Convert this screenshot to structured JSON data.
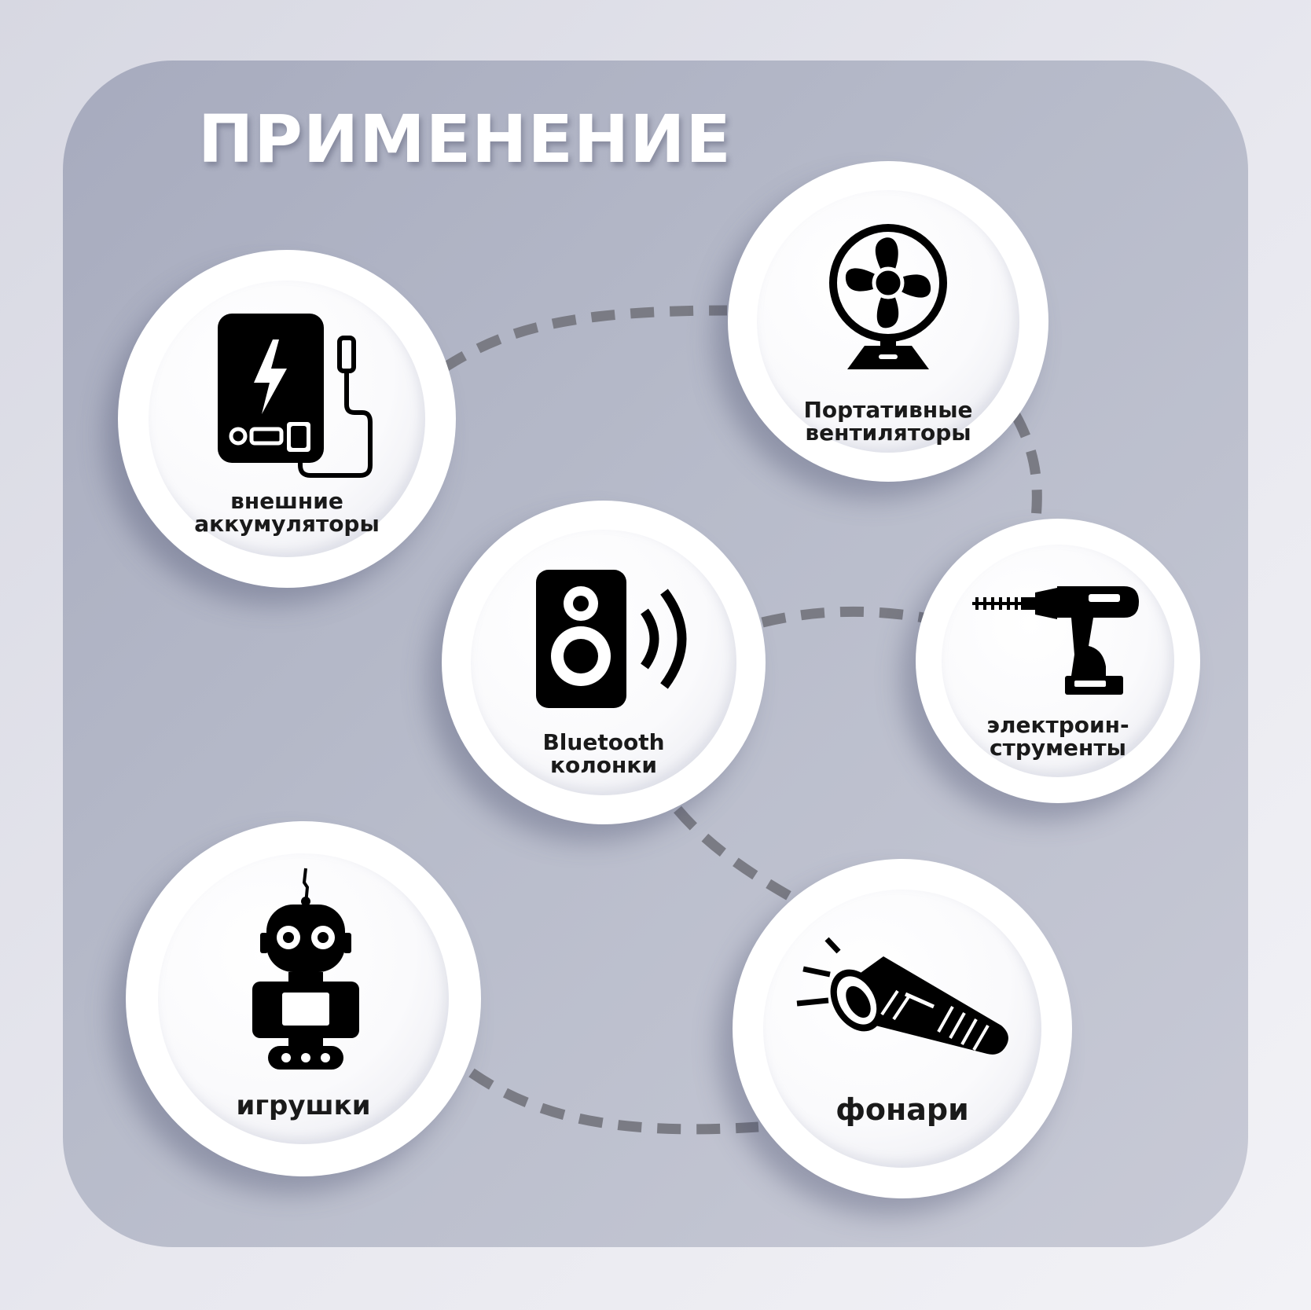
{
  "title": "ПРИМЕНЕНИЕ",
  "colors": {
    "panel": "#b7bbca",
    "bubble": "#ffffff",
    "connector": "#7a7b84",
    "icon": "#000000",
    "title": "#ffffff"
  },
  "items": [
    {
      "icon": "power-bank-icon",
      "label_lines": [
        "внешние",
        "аккумуляторы"
      ]
    },
    {
      "icon": "fan-icon",
      "label_lines": [
        "Портативные",
        "вентиляторы"
      ]
    },
    {
      "icon": "speaker-icon",
      "label_lines": [
        "Bluetooth",
        "колонки"
      ]
    },
    {
      "icon": "drill-icon",
      "label_lines": [
        "электроин-",
        "струменты"
      ]
    },
    {
      "icon": "robot-icon",
      "label_lines": [
        "игрушки"
      ]
    },
    {
      "icon": "flashlight-icon",
      "label_lines": [
        "фонари"
      ]
    }
  ]
}
